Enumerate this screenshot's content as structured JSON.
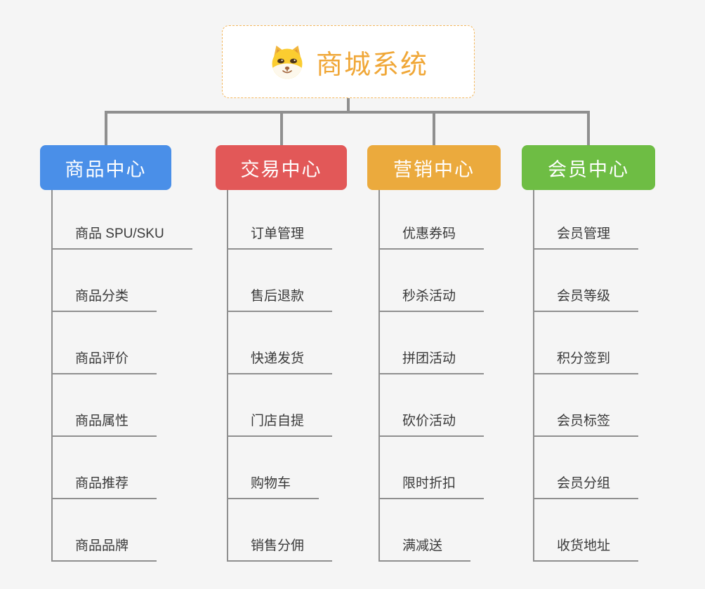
{
  "canvas": {
    "background": "#f5f5f5",
    "connector_color": "#8f8f8f"
  },
  "root": {
    "title": "商城系统",
    "icon": "shiba-dog-icon",
    "text_color": "#f0a737",
    "border_color": "#f3b75e"
  },
  "branches": [
    {
      "label": "商品中心",
      "color": "#4a8fe8",
      "children": [
        "商品 SPU/SKU",
        "商品分类",
        "商品评价",
        "商品属性",
        "商品推荐",
        "商品品牌"
      ]
    },
    {
      "label": "交易中心",
      "color": "#e25858",
      "children": [
        "订单管理",
        "售后退款",
        "快递发货",
        "门店自提",
        "购物车",
        "销售分佣"
      ]
    },
    {
      "label": "营销中心",
      "color": "#ebaa3d",
      "children": [
        "优惠券码",
        "秒杀活动",
        "拼团活动",
        "砍价活动",
        "限时折扣",
        "满减送"
      ]
    },
    {
      "label": "会员中心",
      "color": "#6ebd44",
      "children": [
        "会员管理",
        "会员等级",
        "积分签到",
        "会员标签",
        "会员分组",
        "收货地址"
      ]
    }
  ]
}
